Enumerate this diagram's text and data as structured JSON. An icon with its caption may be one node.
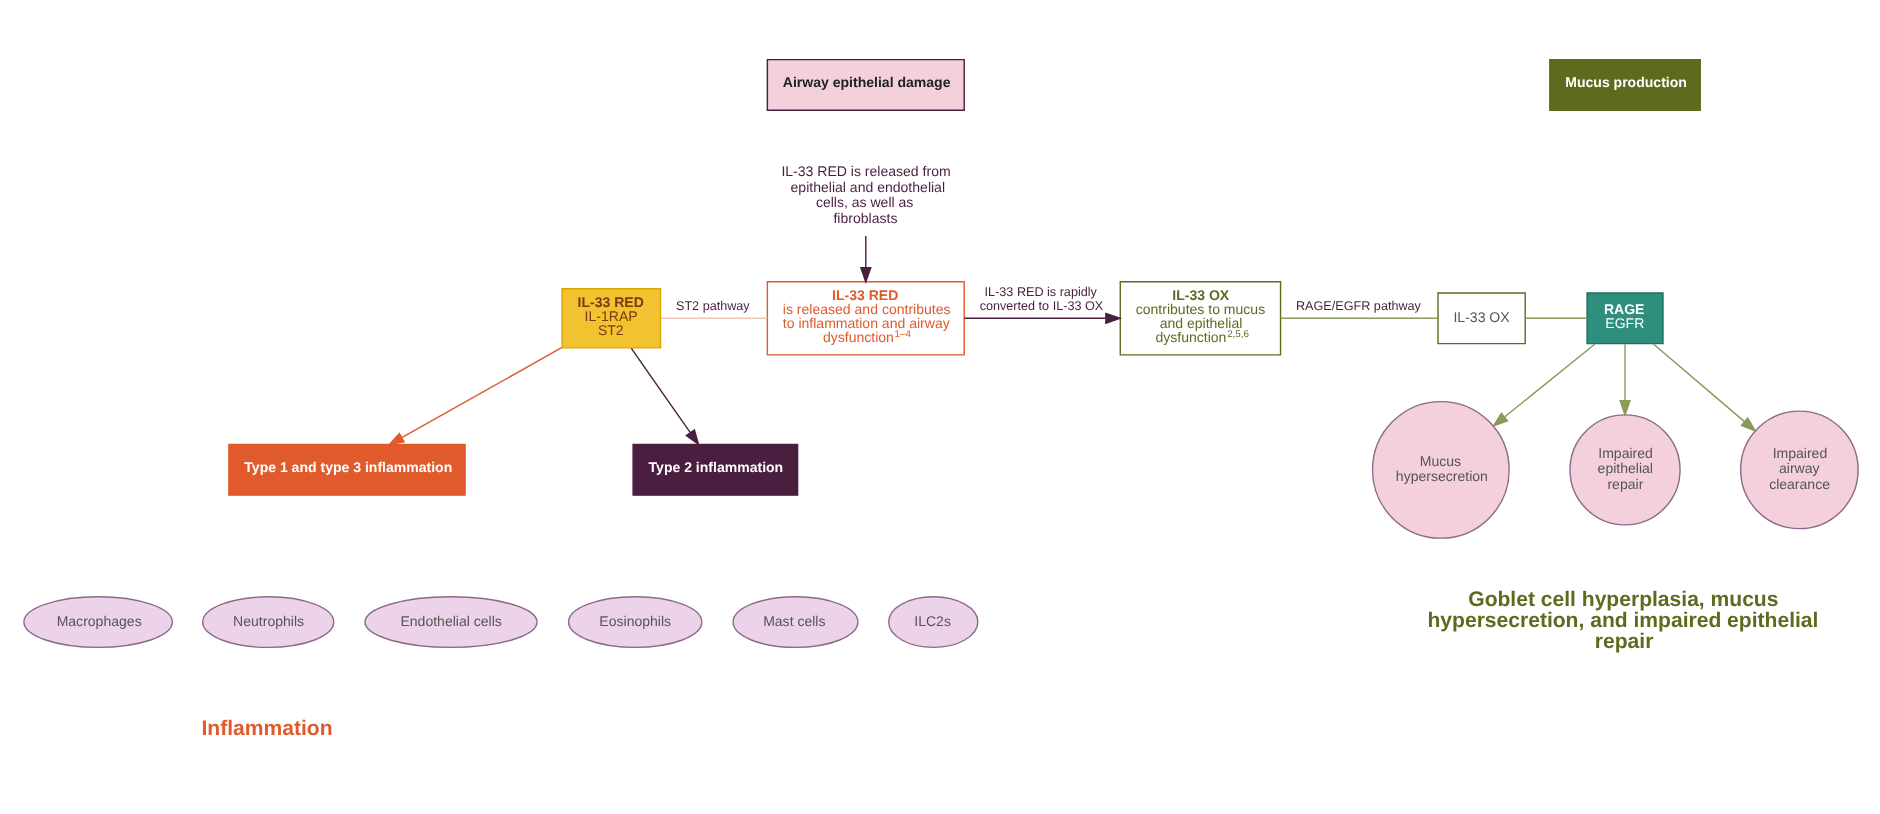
{
  "diagram": {
    "nodes": [
      {
        "text": [
          "Airway epithelial damage"
        ]
      },
      {
        "text": [
          "Mucus production"
        ]
      },
      {
        "text": [
          "RAGE",
          "EGFR"
        ]
      },
      {
        "text": [
          "IL-33 RED is released from epithelial and endothelial cells, as well as fibroblasts"
        ]
      },
      {
        "text": [
          "IL-33 RED",
          "is released and contributes to inflammation and airway dysfunction$^{1–4}$"
        ]
      },
      {
        "text": [
          "IL-33 OX",
          "contributes to mucus and epithelial dysfunction$^{2,5,6}$"
        ]
      },
      {
        "text": [
          "IL-33 RED",
          "IL-1RAP",
          "ST2"
        ]
      },
      {
        "text": [
          "Type 1 and type 3 inflammation"
        ]
      },
      {
        "text": [
          "Type 2 inflammation"
        ]
      },
      {
        "text": [
          "Macrophages"
        ]
      },
      {
        "text": [
          "Neutrophils"
        ]
      },
      {
        "text": [
          "Endothelial cells"
        ]
      },
      {
        "text": [
          "Eosinophils"
        ]
      },
      {
        "text": [
          "Mast cells"
        ]
      },
      {
        "text": [
          "ILC2s"
        ]
      },
      {
        "text": [
          "IL-33 OX"
        ]
      },
      {
        "text": [
          "Mucus hypersecretion"
        ]
      },
      {
        "text": [
          "Impaired epithelial repair"
        ]
      },
      {
        "text": [
          "Impaired airway clearance"
        ]
      }
    ],
    "edges": [
      {
        "from": 3,
        "to": 4,
        "arrow": "to",
        "color": "#4a1e3e"
      },
      {
        "from": 6,
        "to": 4,
        "arrow": "none",
        "label": "ST2 pathway",
        "color": "#f2c4b2"
      },
      {
        "from": 4,
        "to": 5,
        "arrow": "to",
        "label": "IL-33 RED is rapidly converted to IL-33 OX",
        "color": "#4a1e3e"
      },
      {
        "from": 6,
        "to": 7,
        "arrow": "to",
        "color": "#e05a2b"
      },
      {
        "from": 6,
        "to": 8,
        "arrow": "to",
        "color": "#4a1e3e"
      },
      {
        "from": 5,
        "to": 15,
        "arrow": "none",
        "label": "RAGE/EGFR pathway"
      },
      {
        "from": 15,
        "to": 2,
        "arrow": "none"
      },
      {
        "from": 2,
        "to": 16,
        "arrow": "to"
      },
      {
        "from": 2,
        "to": 17,
        "arrow": "to"
      },
      {
        "from": 2,
        "to": 18,
        "arrow": "to"
      }
    ],
    "labels": [
      "Inflammation",
      "Goblet cell hyperplasia, mucus hypersecretion, and impaired epithelial repair"
    ]
  }
}
